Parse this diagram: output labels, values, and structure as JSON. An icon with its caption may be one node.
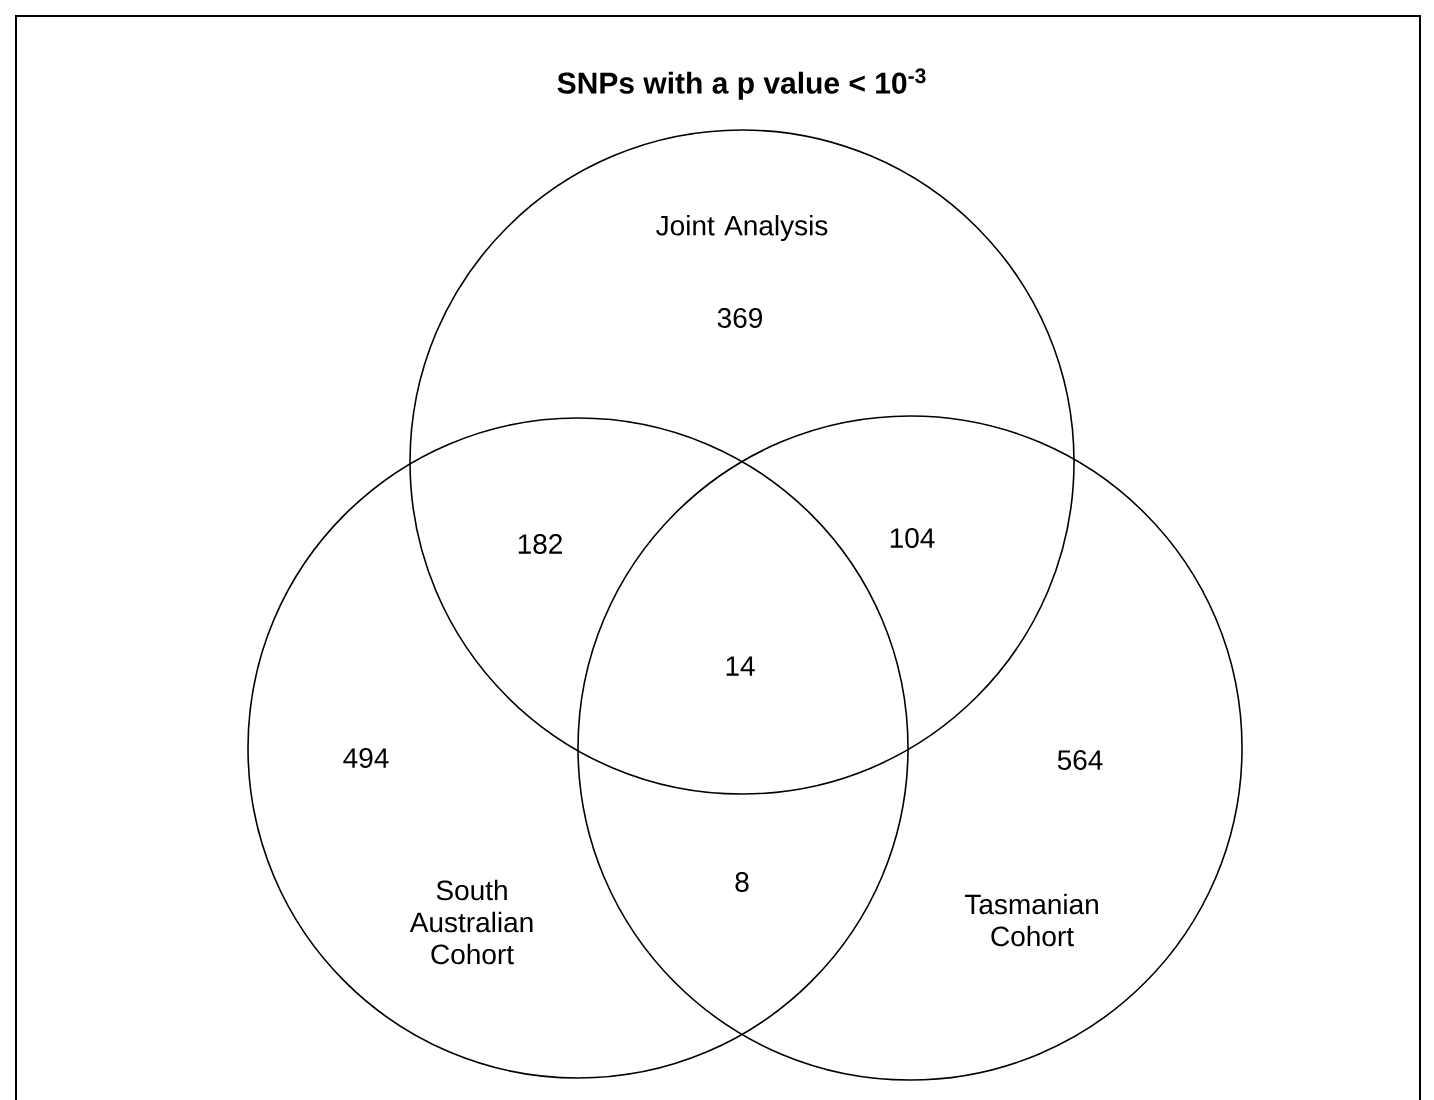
{
  "diagram": {
    "title": "SNPs with a p value < 10$^{-3}$",
    "nodes": [
      {
        "text": [
          "Joint Analysis"
        ]
      },
      {
        "text": [
          "South Australian Cohort"
        ]
      },
      {
        "text": [
          "Tasmanian Cohort"
        ]
      }
    ],
    "labels": [
      "369",
      "182",
      "104",
      "14",
      "494",
      "564",
      "8"
    ]
  }
}
